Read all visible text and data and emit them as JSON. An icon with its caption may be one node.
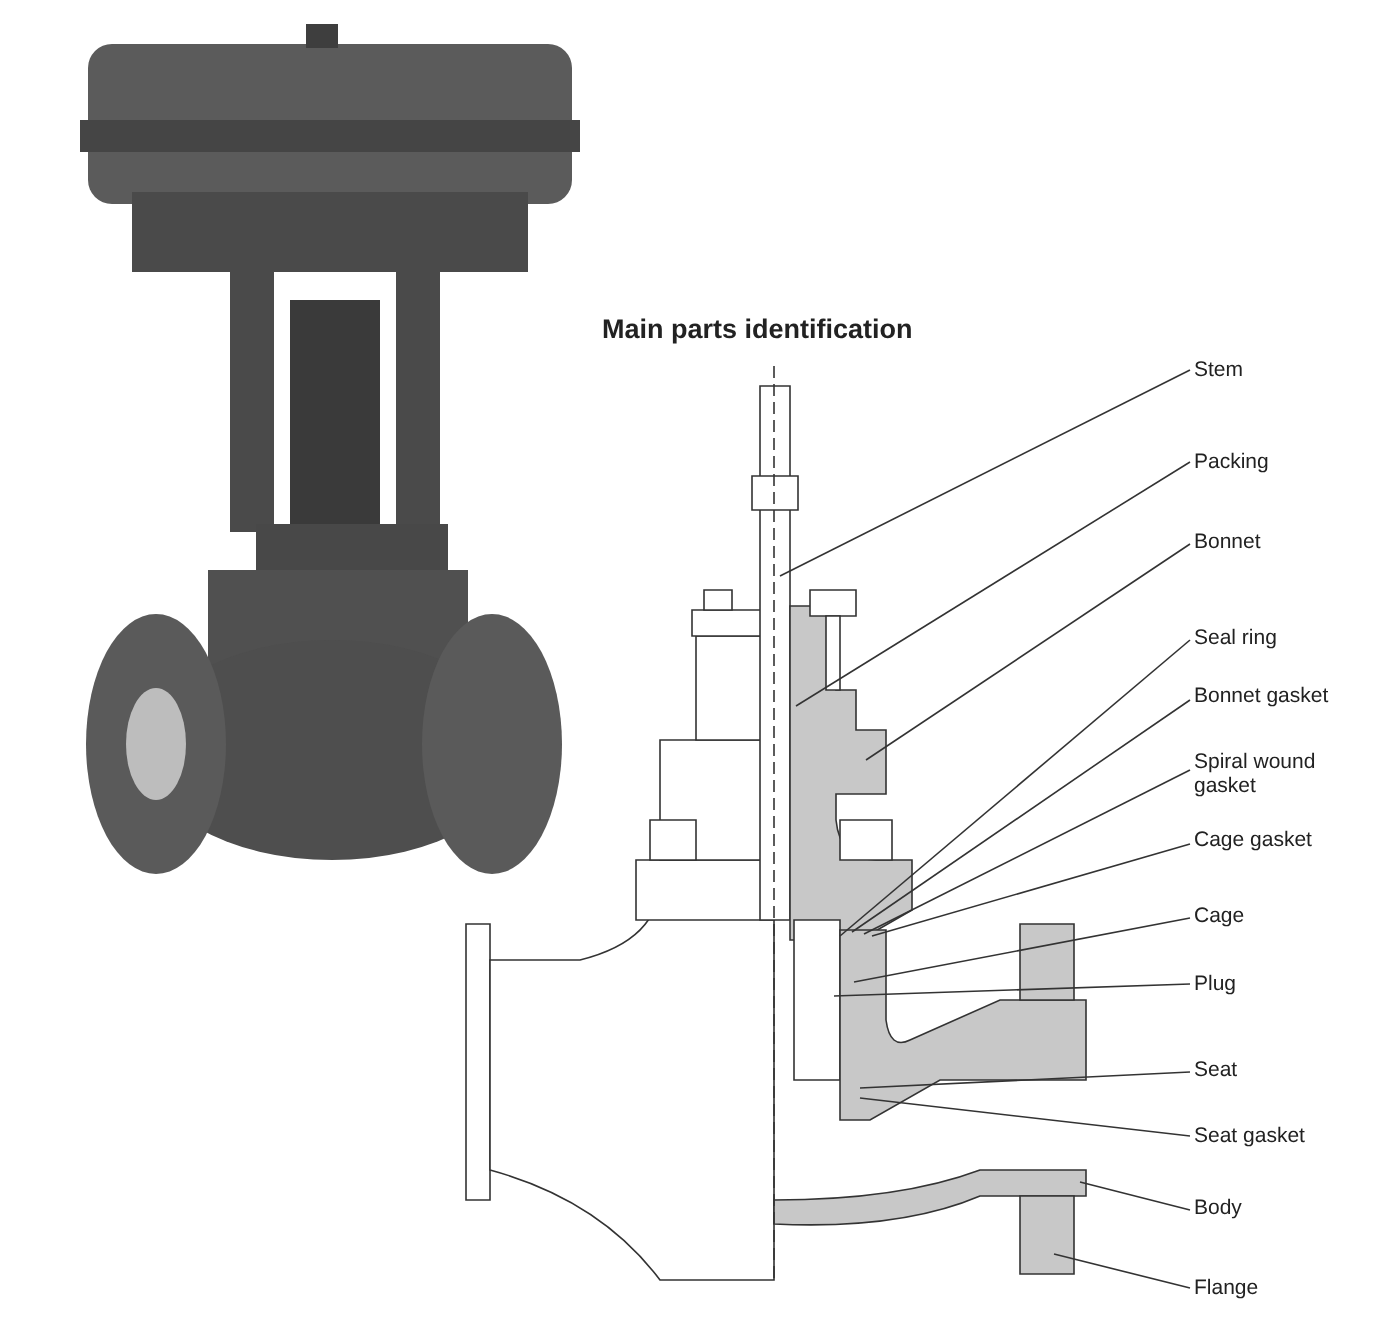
{
  "diagram": {
    "title": "Main parts identification",
    "nodes": [
      {
        "text": [
          "Stem"
        ]
      },
      {
        "text": [
          "Packing"
        ]
      },
      {
        "text": [
          "Bonnet"
        ]
      },
      {
        "text": [
          "Seal ring"
        ]
      },
      {
        "text": [
          "Bonnet gasket"
        ]
      },
      {
        "text": [
          "Spiral wound gasket"
        ]
      },
      {
        "text": [
          "Cage gasket"
        ]
      },
      {
        "text": [
          "Cage"
        ]
      },
      {
        "text": [
          "Plug"
        ]
      },
      {
        "text": [
          "Seat"
        ]
      },
      {
        "text": [
          "Seat gasket"
        ]
      },
      {
        "text": [
          "Body"
        ]
      },
      {
        "text": [
          "Flange"
        ]
      }
    ],
    "edges": [
      {
        "from": 0,
        "to": null,
        "arrow": "none"
      },
      {
        "from": 1,
        "to": null,
        "arrow": "none"
      },
      {
        "from": 2,
        "to": null,
        "arrow": "none"
      },
      {
        "from": 3,
        "to": null,
        "arrow": "none"
      },
      {
        "from": 4,
        "to": null,
        "arrow": "none"
      },
      {
        "from": 5,
        "to": null,
        "arrow": "none"
      },
      {
        "from": 6,
        "to": null,
        "arrow": "none"
      },
      {
        "from": 7,
        "to": null,
        "arrow": "none"
      },
      {
        "from": 8,
        "to": null,
        "arrow": "none"
      },
      {
        "from": 9,
        "to": null,
        "arrow": "none"
      },
      {
        "from": 10,
        "to": null,
        "arrow": "none"
      },
      {
        "from": 11,
        "to": null,
        "arrow": "none"
      },
      {
        "from": 12,
        "to": null,
        "arrow": "none"
      }
    ]
  }
}
